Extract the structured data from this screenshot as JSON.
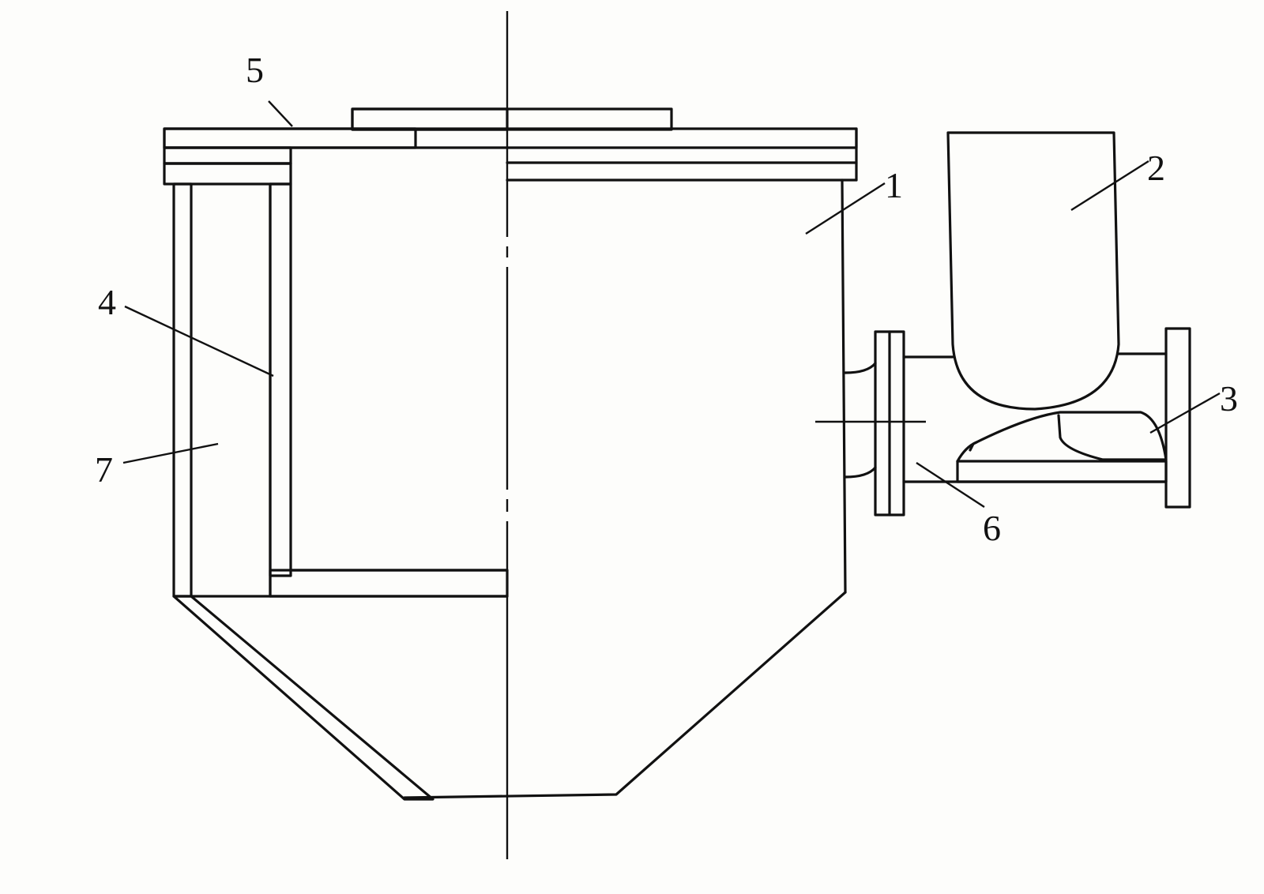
{
  "diagram": {
    "labels": [
      {
        "id": "1",
        "text": "1"
      },
      {
        "id": "2",
        "text": "2"
      },
      {
        "id": "3",
        "text": "3"
      },
      {
        "id": "4",
        "text": "4"
      },
      {
        "id": "5",
        "text": "5"
      },
      {
        "id": "6",
        "text": "6"
      },
      {
        "id": "7",
        "text": "7"
      }
    ]
  }
}
